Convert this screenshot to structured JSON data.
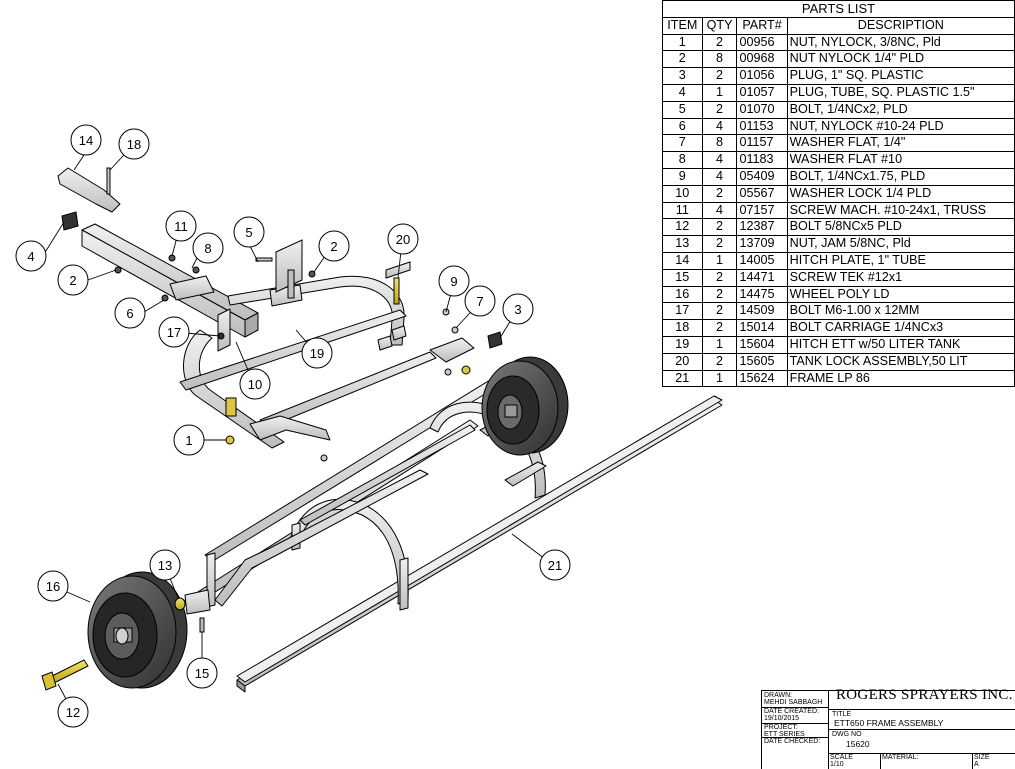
{
  "parts_list": {
    "title": "PARTS LIST",
    "headers": [
      "ITEM",
      "QTY",
      "PART#",
      "DESCRIPTION"
    ],
    "rows": [
      [
        "1",
        "2",
        "00956",
        "NUT, NYLOCK, 3/8NC, Pld"
      ],
      [
        "2",
        "8",
        "00968",
        "NUT NYLOCK 1/4\" PLD"
      ],
      [
        "3",
        "2",
        "01056",
        "PLUG, 1\" SQ. PLASTIC"
      ],
      [
        "4",
        "1",
        "01057",
        "PLUG, TUBE, SQ. PLASTIC 1.5\""
      ],
      [
        "5",
        "2",
        "01070",
        "BOLT, 1/4NCx2, PLD"
      ],
      [
        "6",
        "4",
        "01153",
        "NUT, NYLOCK #10-24 PLD"
      ],
      [
        "7",
        "8",
        "01157",
        "WASHER FLAT, 1/4\""
      ],
      [
        "8",
        "4",
        "01183",
        "WASHER FLAT #10"
      ],
      [
        "9",
        "4",
        "05409",
        "BOLT, 1/4NCx1.75, PLD"
      ],
      [
        "10",
        "2",
        "05567",
        "WASHER LOCK 1/4 PLD"
      ],
      [
        "11",
        "4",
        "07157",
        "SCREW MACH. #10-24x1, TRUSS"
      ],
      [
        "12",
        "2",
        "12387",
        "BOLT 5/8NCx5 PLD"
      ],
      [
        "13",
        "2",
        "13709",
        "NUT, JAM 5/8NC, Pld"
      ],
      [
        "14",
        "1",
        "14005",
        "HITCH PLATE, 1\" TUBE"
      ],
      [
        "15",
        "2",
        "14471",
        "SCREW TEK #12x1"
      ],
      [
        "16",
        "2",
        "14475",
        "WHEEL POLY LD"
      ],
      [
        "17",
        "2",
        "14509",
        "BOLT M6-1.00 x 12MM"
      ],
      [
        "18",
        "2",
        "15014",
        "BOLT CARRIAGE 1/4NCx3"
      ],
      [
        "19",
        "1",
        "15604",
        "HITCH ETT w/50 LITER TANK"
      ],
      [
        "20",
        "2",
        "15605",
        "TANK LOCK ASSEMBLY,50 LIT"
      ],
      [
        "21",
        "1",
        "15624",
        "FRAME LP 86"
      ]
    ]
  },
  "balloons": {
    "b1": "1",
    "b2a": "2",
    "b2b": "2",
    "b3": "3",
    "b4": "4",
    "b5": "5",
    "b6": "6",
    "b7": "7",
    "b8": "8",
    "b9": "9",
    "b10": "10",
    "b11": "11",
    "b12": "12",
    "b13": "13",
    "b14": "14",
    "b15": "15",
    "b16": "16",
    "b17": "17",
    "b18": "18",
    "b19": "19",
    "b20": "20",
    "b21": "21"
  },
  "title_block": {
    "drawn_label": "DRAWN:",
    "drawn_value": "MEHDI SABBAGH",
    "date_created_label": "DATE CREATED:",
    "date_created_value": "19/10/2015",
    "project_label": "PROJECT:",
    "project_value": "ETT SERIES",
    "date_checked_label": "DATE CHECKED:",
    "company": "ROGERS SPRAYERS INC.",
    "title_label": "TITLE",
    "title_value": "ETT650 FRAME ASSEMBLY",
    "dwg_no_label": "DWG NO",
    "dwg_no_value": "15620",
    "scale_label": "SCALE",
    "scale_value": "1/10",
    "material_label": "MATERIAL:",
    "size_label": "SIZE",
    "size_value": "A"
  },
  "colors": {
    "line": "#000000",
    "metal_light": "#e6e6e6",
    "metal_mid": "#c8c8c8",
    "metal_dark": "#8f8f8f",
    "wheel_dark": "#4a4a4a",
    "wheel_mid": "#6e6e6e",
    "bolt_yellow": "#e8d23a"
  }
}
